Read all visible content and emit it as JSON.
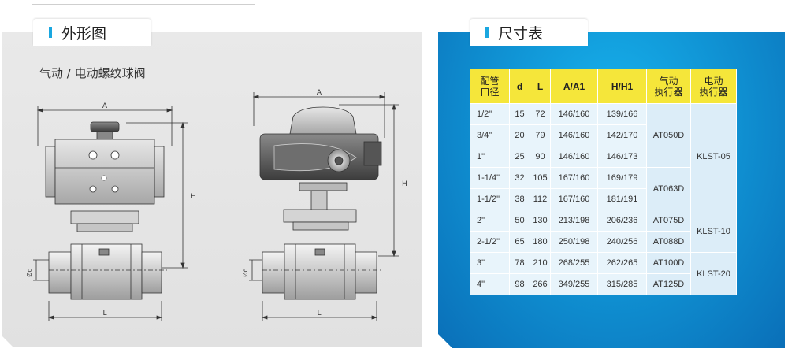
{
  "left_tab": "外形图",
  "right_tab": "尺寸表",
  "subtitle": "气动 / 电动螺纹球阀",
  "drawing_labels": {
    "A": "A",
    "H": "H",
    "L": "L",
    "d": "Ød"
  },
  "table": {
    "headers": [
      "配管\n口径",
      "d",
      "L",
      "A/A1",
      "H/H1",
      "气动\n执行器",
      "电动\n执行器"
    ],
    "rows": [
      {
        "size": "1/2\"",
        "d": "15",
        "L": "72",
        "A": "146/160",
        "H": "139/166"
      },
      {
        "size": "3/4\"",
        "d": "20",
        "L": "79",
        "A": "146/160",
        "H": "142/170"
      },
      {
        "size": "1\"",
        "d": "25",
        "L": "90",
        "A": "146/160",
        "H": "146/173"
      },
      {
        "size": "1-1/4\"",
        "d": "32",
        "L": "105",
        "A": "167/160",
        "H": "169/179"
      },
      {
        "size": "1-1/2\"",
        "d": "38",
        "L": "112",
        "A": "167/160",
        "H": "181/191"
      },
      {
        "size": "2\"",
        "d": "50",
        "L": "130",
        "A": "213/198",
        "H": "206/236"
      },
      {
        "size": "2-1/2\"",
        "d": "65",
        "L": "180",
        "A": "250/198",
        "H": "240/256"
      },
      {
        "size": "3\"",
        "d": "78",
        "L": "210",
        "A": "268/255",
        "H": "262/265"
      },
      {
        "size": "4\"",
        "d": "98",
        "L": "266",
        "A": "349/255",
        "H": "315/285"
      }
    ],
    "pneumatic": [
      "AT050D",
      "AT063D",
      "AT075D",
      "AT088D",
      "AT100D",
      "AT125D"
    ],
    "electric": [
      "KLST-05",
      "KLST-10",
      "KLST-20"
    ]
  }
}
